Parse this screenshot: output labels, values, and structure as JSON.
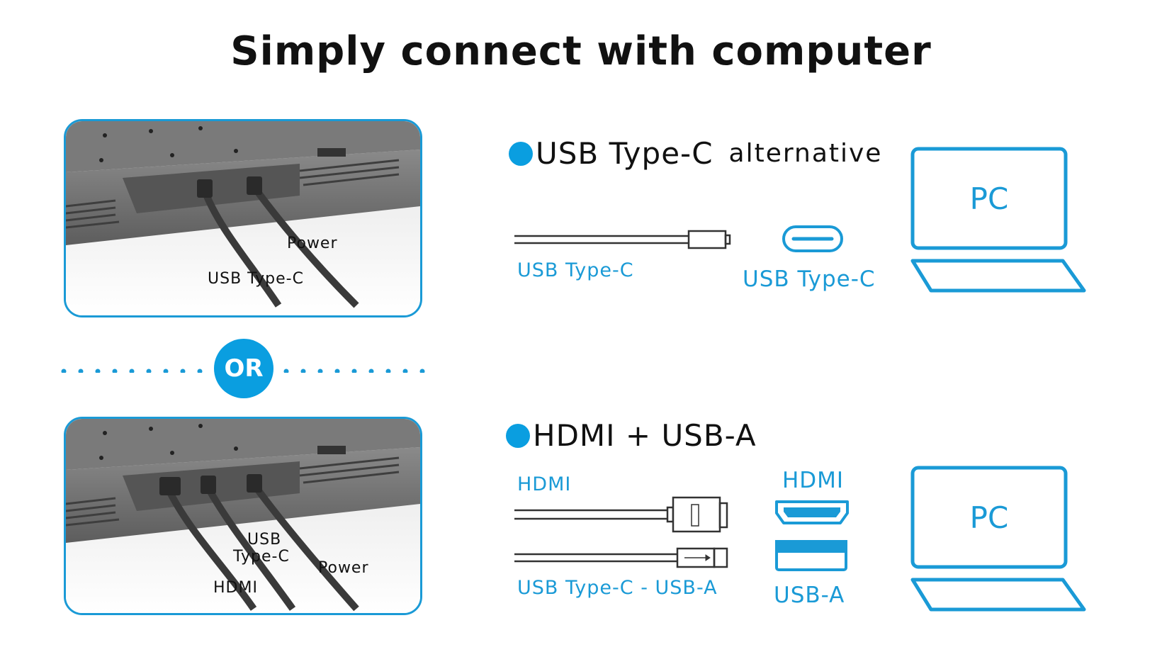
{
  "title": "Simply connect with computer",
  "photo_top": {
    "labels": {
      "power": "Power",
      "usbc": "USB Type-C"
    }
  },
  "photo_bottom": {
    "labels": {
      "usb": "USB",
      "typec": "Type-C",
      "power": "Power",
      "hdmi": "HDMI"
    }
  },
  "divider": {
    "or": "OR"
  },
  "option1": {
    "heading": "USB Type-C",
    "heading_suffix": "alternative",
    "cable_label": "USB Type-C",
    "port_label": "USB Type-C",
    "pc_label": "PC"
  },
  "option2": {
    "heading": "HDMI + USB-A",
    "cable_hdmi_label": "HDMI",
    "cable_usb_label": "USB Type-C - USB-A",
    "port_hdmi_label": "HDMI",
    "port_usba_label": "USB-A",
    "pc_label": "PC"
  },
  "colors": {
    "accent": "#1a9ad6",
    "bullet": "#0a9ee0",
    "text": "#111111"
  }
}
